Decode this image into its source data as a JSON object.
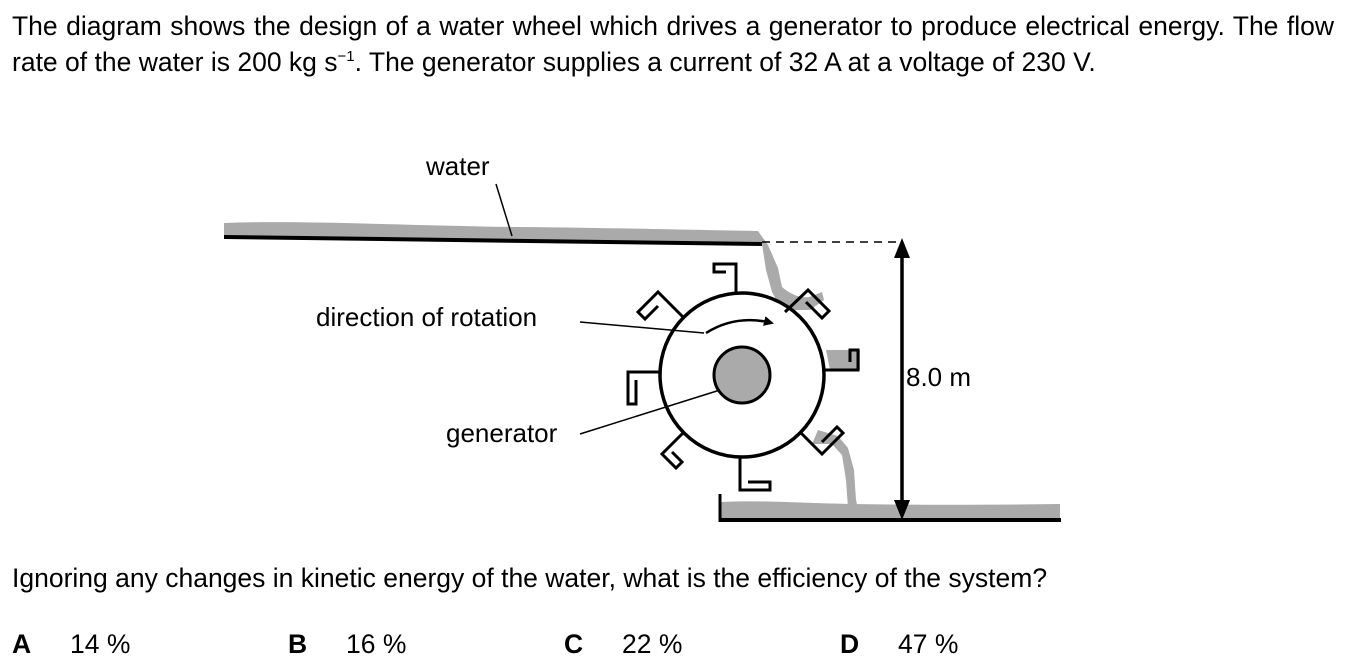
{
  "stem": {
    "part1": "The diagram shows the design of a water wheel which drives a generator to produce electrical energy. The flow rate of the water is 200 kg s",
    "exponent": "−1",
    "part2": ". The generator supplies a current of 32 A at a voltage of 230 V."
  },
  "diagram": {
    "label_water": "water",
    "label_direction": "direction of rotation",
    "label_generator": "generator",
    "label_height": "8.0 m",
    "water_color": "#aaaaaa"
  },
  "question": "Ignoring any changes in kinetic energy of the water, what is the efficiency of the system?",
  "options": [
    {
      "letter": "A",
      "text": "14 %"
    },
    {
      "letter": "B",
      "text": "16 %"
    },
    {
      "letter": "C",
      "text": "22 %"
    },
    {
      "letter": "D",
      "text": "47 %"
    }
  ]
}
